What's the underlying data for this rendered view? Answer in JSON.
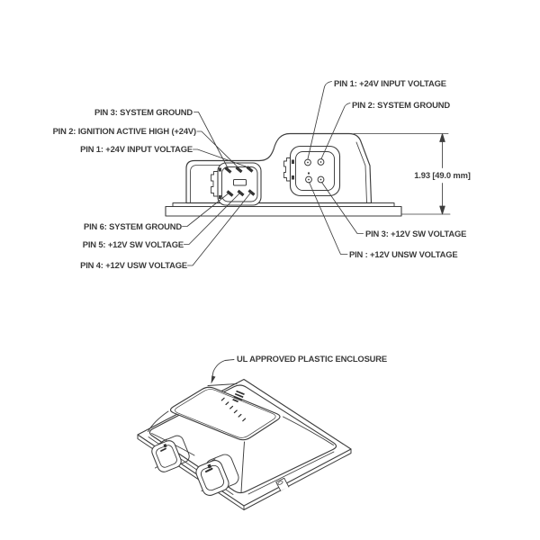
{
  "page": {
    "background": "#ffffff",
    "line_color": "#3d3d3d",
    "text_color": "#3a3a3a"
  },
  "front_view": {
    "left_connector_labels": {
      "pin3": "PIN 3: SYSTEM GROUND",
      "pin2": "PIN 2: IGNITION ACTIVE HIGH (+24V)",
      "pin1": "PIN 1: +24V INPUT VOLTAGE",
      "pin6": "PIN 6: SYSTEM GROUND",
      "pin5": "PIN 5: +12V SW VOLTAGE",
      "pin4": "PIN 4: +12V USW VOLTAGE"
    },
    "right_connector_labels": {
      "pin1": "PIN 1: +24V INPUT VOLTAGE",
      "pin2": "PIN 2: SYSTEM GROUND",
      "pin3": "PIN 3: +12V SW VOLTAGE",
      "pin_unsw": "PIN : +12V UNSW VOLTAGE"
    },
    "dimension_height": "1.93 [49.0 mm]"
  },
  "isometric_view": {
    "enclosure_label": "UL APPROVED PLASTIC ENCLOSURE"
  }
}
